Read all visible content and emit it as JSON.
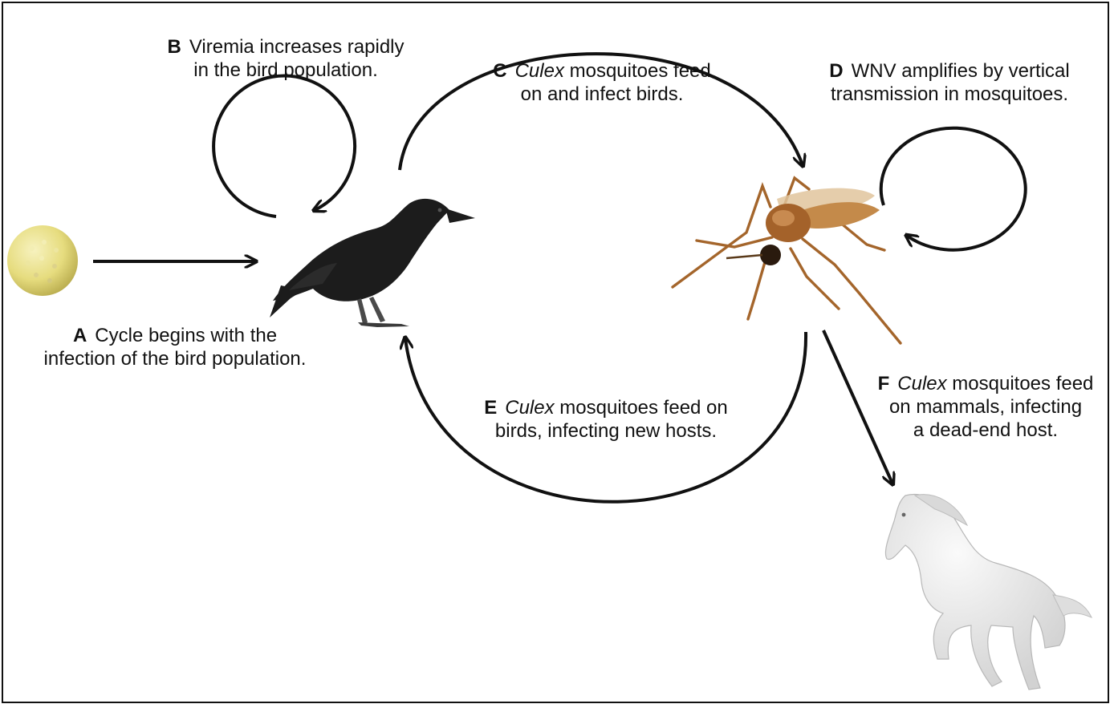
{
  "steps": {
    "a": {
      "letter": "A",
      "line1": "Cycle begins with the",
      "line2": "infection of the bird population."
    },
    "b": {
      "letter": "B",
      "line1": "Viremia increases rapidly",
      "line2": "in the bird population."
    },
    "c": {
      "letter": "C",
      "genus": "Culex",
      "line1_rest": " mosquitoes feed",
      "line2": "on and infect birds."
    },
    "d": {
      "letter": "D",
      "line1": "WNV amplifies by vertical",
      "line2": "transmission in mosquitoes."
    },
    "e": {
      "letter": "E",
      "genus": "Culex",
      "line1_rest": " mosquitoes feed on",
      "line2": "birds, infecting new hosts."
    },
    "f": {
      "letter": "F",
      "genus": "Culex",
      "line1_rest": " mosquitoes feed",
      "line2": "on mammals, infecting",
      "line3": "a dead-end host."
    }
  },
  "icons": [
    "virus-icon",
    "crow-icon",
    "mosquito-icon",
    "horse-icon"
  ],
  "colors": {
    "arrow": "#111111",
    "virus": "#e6dc7e",
    "crow": "#1c1c1c",
    "mosquito": "#b3743a",
    "horse": "#ececec"
  }
}
